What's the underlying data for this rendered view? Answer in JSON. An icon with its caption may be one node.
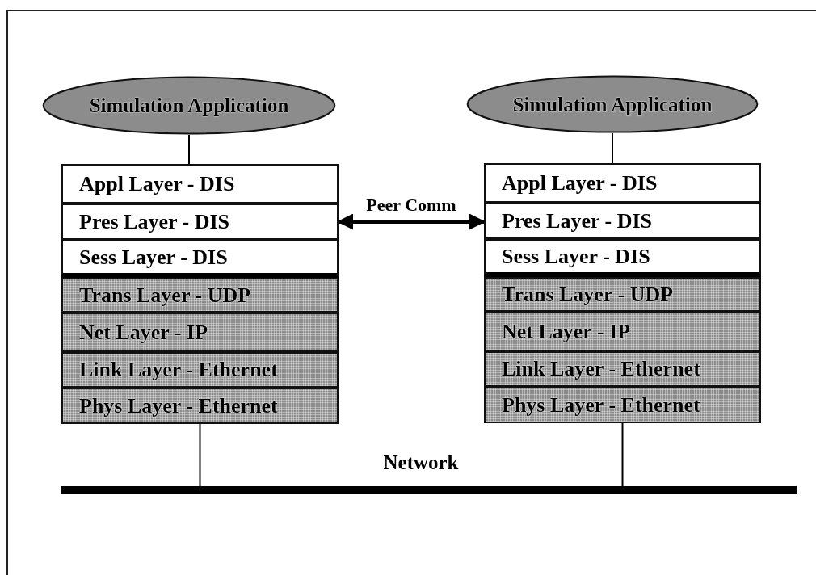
{
  "diagram": {
    "nodes": [
      {
        "text": [
          "Simulation Application"
        ]
      },
      {
        "text": [
          "Simulation Application"
        ]
      },
      {
        "text": [
          "Appl Layer - DIS"
        ]
      },
      {
        "text": [
          "Pres Layer - DIS"
        ]
      },
      {
        "text": [
          "Sess Layer - DIS"
        ]
      },
      {
        "text": [
          "Trans Layer - UDP"
        ]
      },
      {
        "text": [
          "Net Layer - IP"
        ]
      },
      {
        "text": [
          "Link Layer - Ethernet"
        ]
      },
      {
        "text": [
          "Phys Layer - Ethernet"
        ]
      },
      {
        "text": [
          "Appl Layer - DIS"
        ]
      },
      {
        "text": [
          "Pres Layer - DIS"
        ]
      },
      {
        "text": [
          "Sess Layer - DIS"
        ]
      },
      {
        "text": [
          "Trans Layer - UDP"
        ]
      },
      {
        "text": [
          "Net Layer - IP"
        ]
      },
      {
        "text": [
          "Link Layer - Ethernet"
        ]
      },
      {
        "text": [
          "Phys Layer - Ethernet"
        ]
      },
      {
        "text": [],
        "shape": "bar",
        "beside": [
          "Network"
        ]
      }
    ],
    "edges": [
      {
        "from": 0,
        "to": 2,
        "arrow": "none"
      },
      {
        "from": 1,
        "to": 9,
        "arrow": "none"
      },
      {
        "from": 3,
        "to": 10,
        "arrow": "both",
        "label": "Peer Comm",
        "style": "thick"
      },
      {
        "from": 8,
        "to": 16,
        "arrow": "none"
      },
      {
        "from": 15,
        "to": 16,
        "arrow": "none"
      }
    ]
  }
}
